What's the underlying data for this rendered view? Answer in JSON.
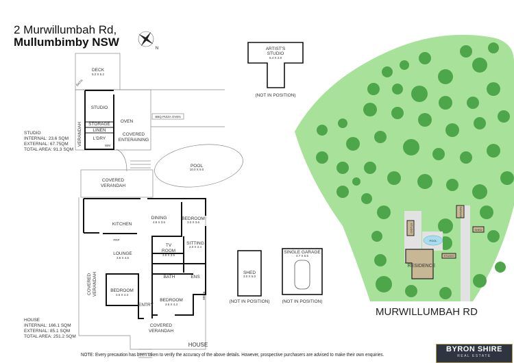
{
  "header": {
    "line1": "2 Murwillumbah Rd,",
    "line2": "Mullumbimby NSW",
    "compass": "N"
  },
  "studio_area": {
    "title": "STUDIO",
    "internal": "INTERNAL: 23.6 SQM",
    "external": "EXTERNAL: 67.75QM",
    "total": "TOTAL AREA: 91.3 SQM"
  },
  "house_area": {
    "title": "HOUSE",
    "internal": "INTERNAL: 166.1 SQM",
    "external": "EXTERNAL: 85.1 SQM",
    "total": "TOTAL AREA: 251.2 SQM"
  },
  "rooms": {
    "deck": "DECK",
    "deck_dim": "5.2 X 5.2",
    "bath_out": "BATH",
    "studio": "STUDIO",
    "storage": "STORAGE",
    "linen": "LINEN",
    "ldry": "L'DRY",
    "wm": "WM",
    "oven": "OVEN",
    "verandah": "VERANDAH",
    "covered1": "COVERED",
    "entertaining": "ENTERAINING",
    "bbq": "BBQ PIZZA OVEN",
    "pool": "POOL",
    "pool_dim": "10.0 X 9.0",
    "cov_ver_a": "COVERED",
    "cov_ver_b": "VERANDAH",
    "kitchen": "KITCHEN",
    "dining": "DINING",
    "dining_dim": "4.8 X 3.6",
    "bedroom1": "BEDROOM",
    "bedroom1_dim": "3.0 X 3.6",
    "sitting": "SITTING",
    "sitting_dim": "2.0 X 2.4",
    "tv_a": "TV",
    "tv_b": "ROOM",
    "tv_dim": "3.9 X 3.5",
    "frp": "FRP",
    "lounge": "LOUNGE",
    "lounge_dim": "3.6 X 4.5",
    "bath": "BATH",
    "ens": "ENS",
    "robe": "ROBE",
    "bedroom2": "BEDROOM",
    "bedroom2_dim": "3.6 X 4.3",
    "bedroom3": "BEDROOM",
    "bedroom3_dim": "3.6 X 4.3",
    "entry": "ENTRY",
    "cov_ver_left_a": "COVERED",
    "cov_ver_left_b": "VERANDAH",
    "cov_ver_bot_a": "COVERED",
    "cov_ver_bot_b": "VERANDAH",
    "house": "HOUSE",
    "artist_a": "ARTIST'S",
    "artist_b": "STUDIO",
    "artist_dim": "6.4 X 2.8",
    "not_in_pos": "(NOT IN POSITION)",
    "shed": "SHED",
    "shed_dim": "3.0 X 5.0",
    "garage": "SINGLE GARAGE",
    "garage_dim": "4.7 X 5.5"
  },
  "site": {
    "garage": "GARAGE",
    "shed": "SHED",
    "studio_a": "STUDIO",
    "pool": "POOL",
    "residence": "RESIDENCE",
    "studio_b": "STUDIO",
    "road": "MURWILLUMBAH RD"
  },
  "colors": {
    "lawn": "#a8e29a",
    "tree": "#4ea64a",
    "building": "#c8b794",
    "pool": "#a8dcee",
    "path": "#e2e2e2"
  },
  "note": "NOTE: Every precaution has been taken to verify the accuracy of the above details. However, prospective purchasers are advised to make their own enquiries.",
  "logo": {
    "name": "BYRON SHIRE",
    "sub": "REAL ESTATE"
  }
}
